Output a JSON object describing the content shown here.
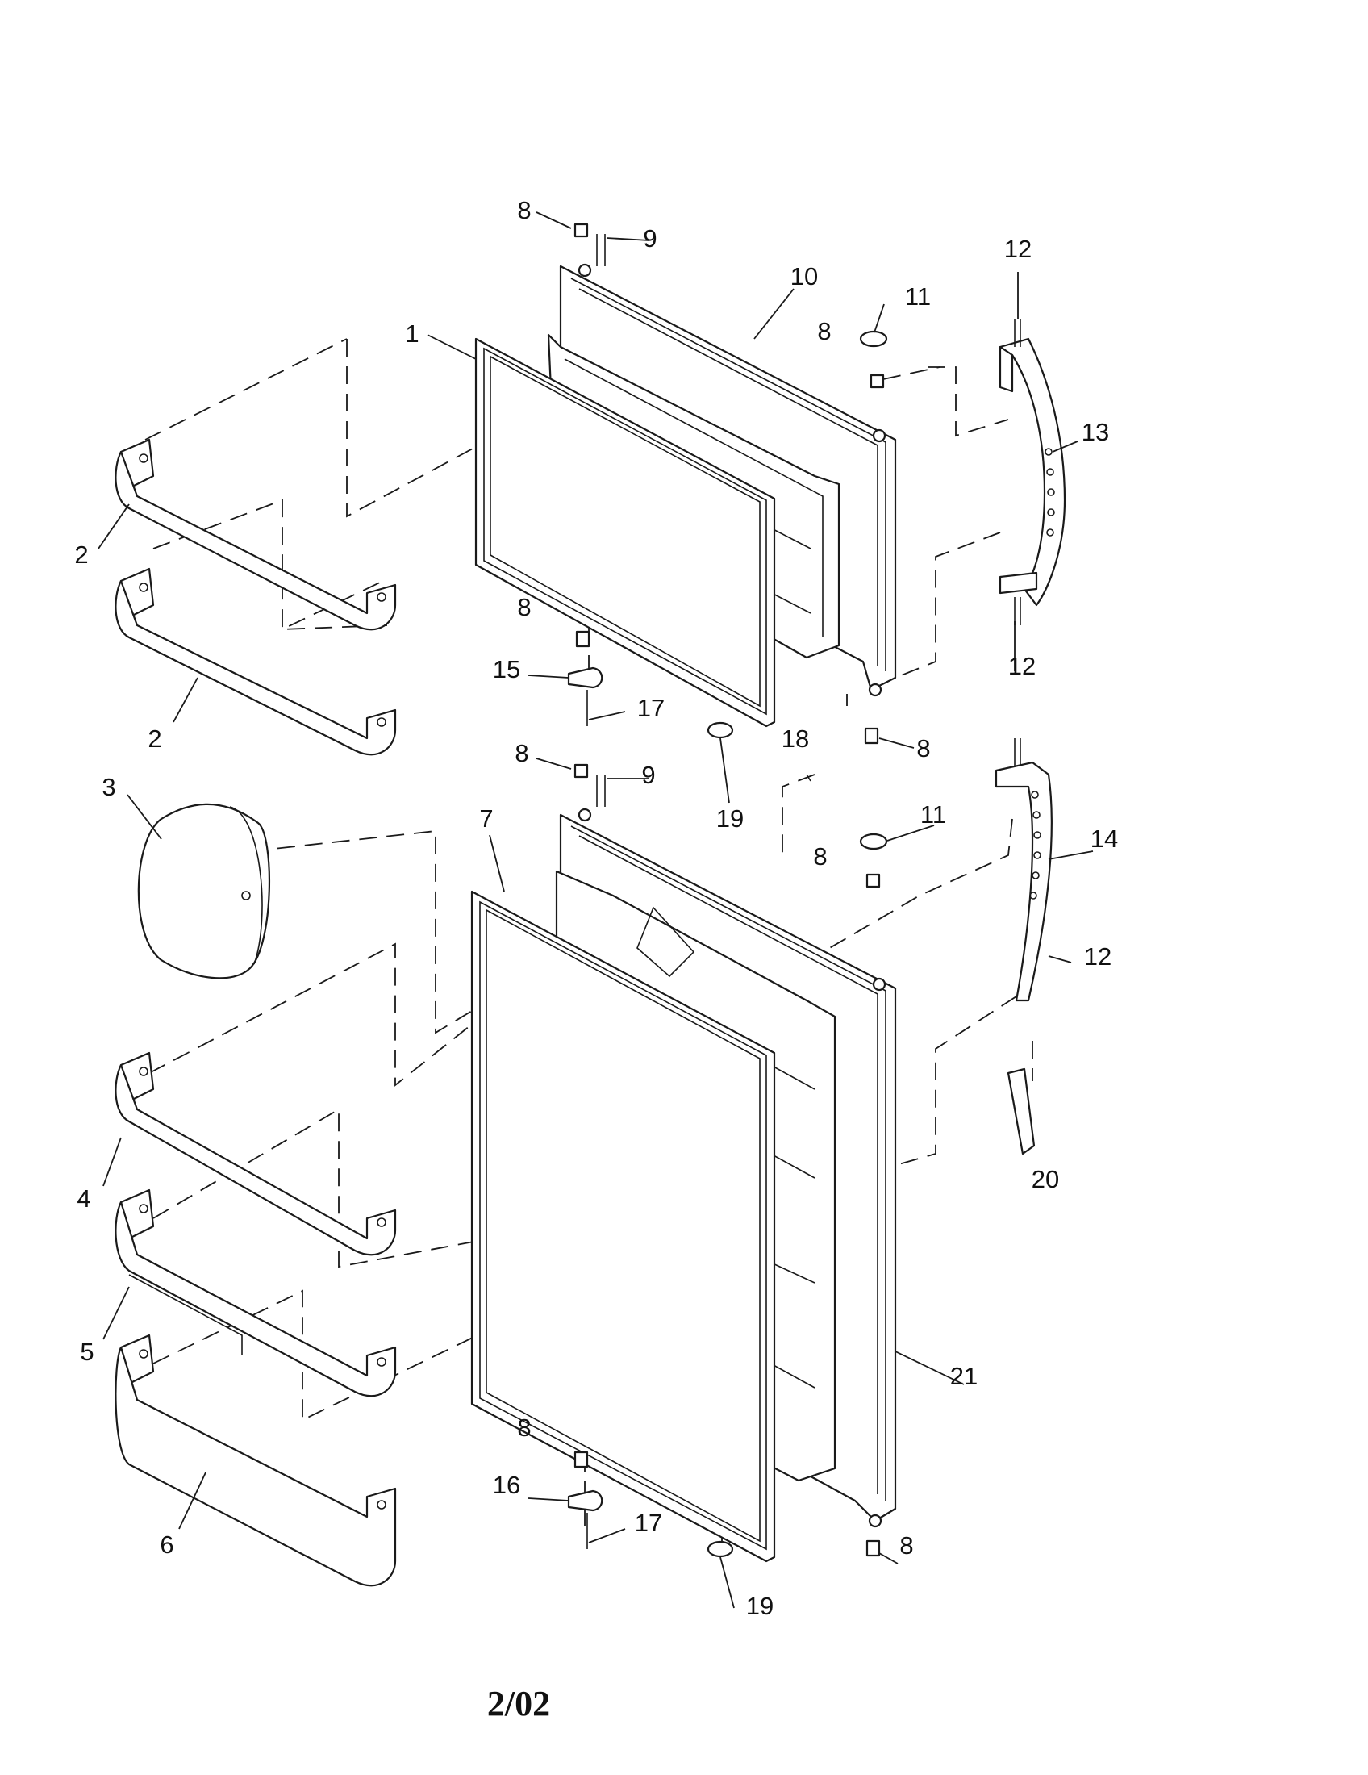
{
  "diagram": {
    "footer_date": "2/02",
    "callouts": [
      "1",
      "2",
      "3",
      "4",
      "5",
      "6",
      "7",
      "8",
      "9",
      "10",
      "11",
      "12",
      "13",
      "14",
      "15",
      "16",
      "17",
      "18",
      "19",
      "20",
      "21"
    ]
  }
}
